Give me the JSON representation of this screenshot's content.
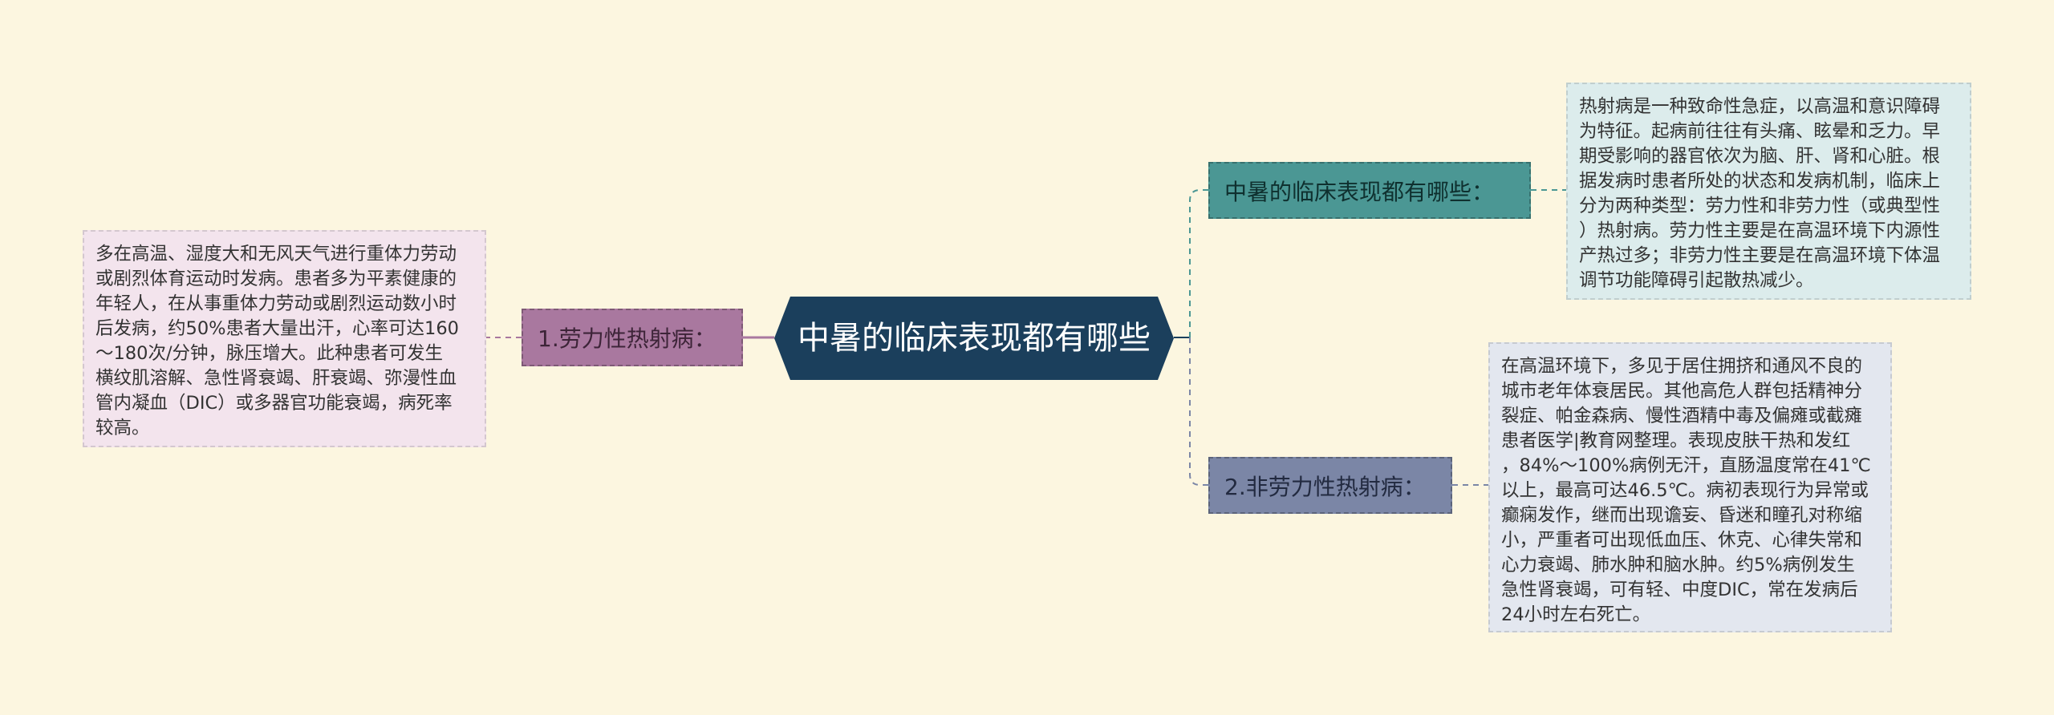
{
  "center": {
    "label": "中暑的临床表现都有哪些"
  },
  "branches": [
    {
      "id": "top",
      "label": "中暑的临床表现都有哪些："
    },
    {
      "id": "left",
      "label": "1.劳力性热射病："
    },
    {
      "id": "bottom",
      "label": "2.非劳力性热射病："
    }
  ],
  "leaves": [
    {
      "id": "top",
      "lines": [
        "热射病是一种致命性急症，以高温和意识障碍",
        "为特征。起病前往往有头痛、眩晕和乏力。早",
        "期受影响的器官依次为脑、肝、肾和心脏。根",
        "据发病时患者所处的状态和发病机制，临床上",
        "分为两种类型：劳力性和非劳力性（或典型性",
        "）热射病。劳力性主要是在高温环境下内源性",
        "产热过多；非劳力性主要是在高温环境下体温",
        "调节功能障碍引起散热减少。"
      ]
    },
    {
      "id": "left",
      "lines": [
        "多在高温、湿度大和无风天气进行重体力劳动",
        "或剧烈体育运动时发病。患者多为平素健康的",
        "年轻人，在从事重体力劳动或剧烈运动数小时",
        "后发病，约50%患者大量出汗，心率可达160",
        "～180次/分钟，脉压增大。此种患者可发生",
        "横纹肌溶解、急性肾衰竭、肝衰竭、弥漫性血",
        "管内凝血（DIC）或多器官功能衰竭，病死率",
        "较高。"
      ]
    },
    {
      "id": "bottom",
      "lines": [
        "在高温环境下，多见于居住拥挤和通风不良的",
        "城市老年体衰居民。其他高危人群包括精神分",
        "裂症、帕金森病、慢性酒精中毒及偏瘫或截瘫",
        "患者医学|教育网整理。表现皮肤干热和发红",
        "，84%～100%病例无汗，直肠温度常在41℃",
        "以上，最高可达46.5℃。病初表现行为异常或",
        "癫痫发作，继而出现谵妄、昏迷和瞳孔对称缩",
        "小，严重者可出现低血压、休克、心律失常和",
        "心力衰竭、肺水肿和脑水肿。约5%病例发生",
        "急性肾衰竭，可有轻、中度DIC，常在发病后",
        "24小时左右死亡。"
      ]
    }
  ],
  "colors": {
    "background": "#fcf6e0",
    "center": "#1b3f5c",
    "branch_top": "#4b9794",
    "branch_left": "#a9789f",
    "branch_bottom": "#7b86a6",
    "leaf_top": "#dcecec",
    "leaf_left": "#f3e4ed",
    "leaf_bottom": "#e3e7ef"
  }
}
